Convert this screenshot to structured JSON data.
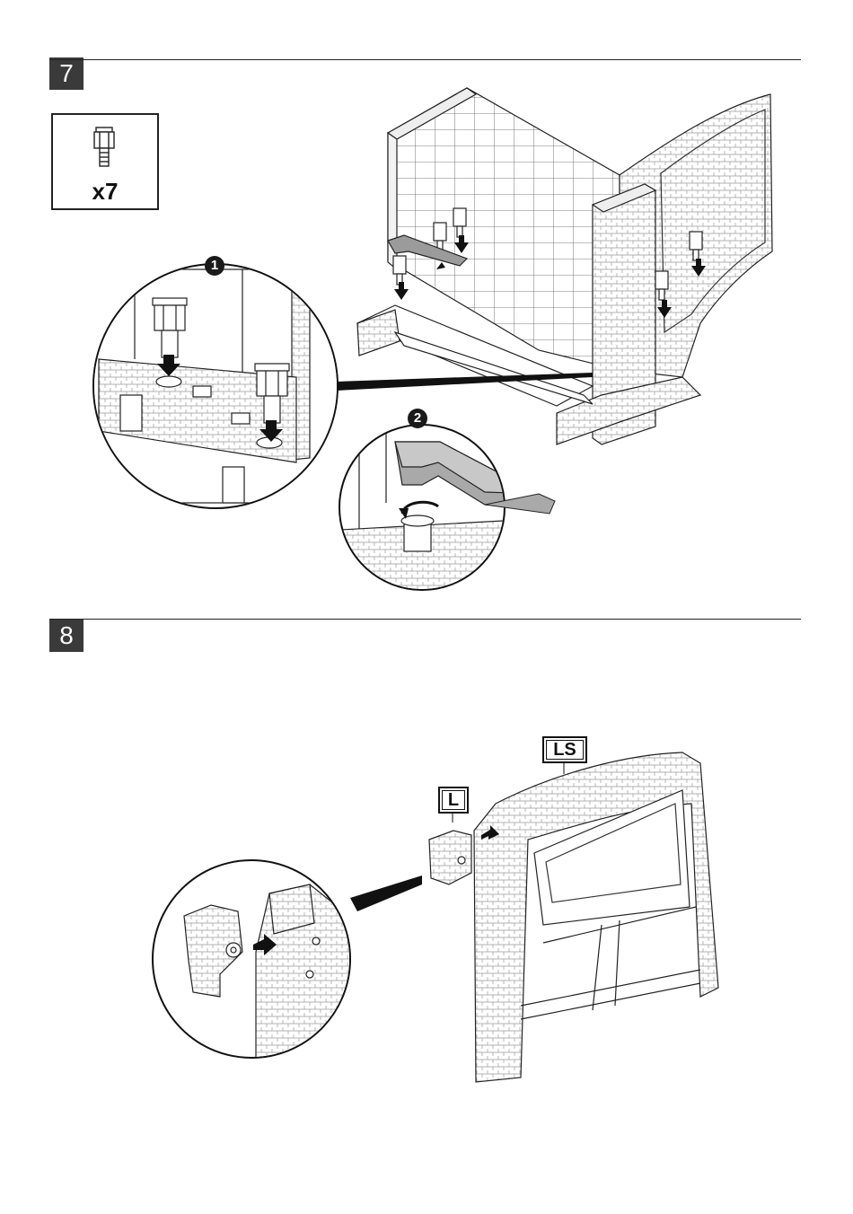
{
  "steps": [
    {
      "number": "7",
      "parts_qty": "x7",
      "sub_steps": [
        "1",
        "2"
      ]
    },
    {
      "number": "8",
      "labels": {
        "ls": "LS",
        "l": "L"
      }
    }
  ]
}
